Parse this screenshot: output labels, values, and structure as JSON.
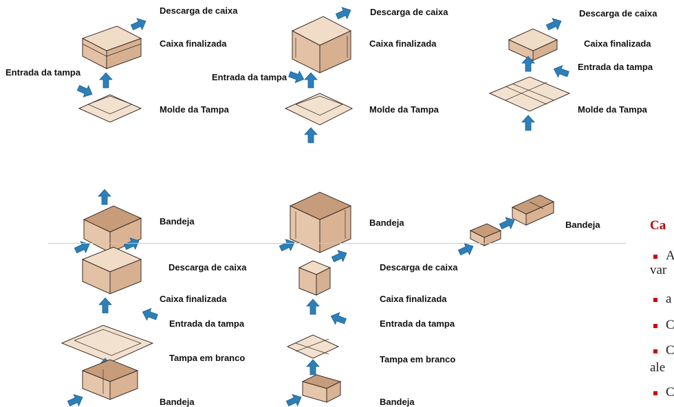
{
  "colors": {
    "box_fill": "#e9cdb5",
    "box_side": "#d9b394",
    "box_dark": "#b88d6c",
    "edge": "#3b2e27",
    "arrow": "#2d7fb8",
    "accent_red": "#c00000"
  },
  "labels": {
    "row1": {
      "col1": {
        "descarga": "Descarga de caixa",
        "finalizada": "Caixa finalizada",
        "entrada": "Entrada da tampa",
        "molde": "Molde da Tampa",
        "bandeja": "Bandeja"
      },
      "col2": {
        "descarga": "Descarga de caixa",
        "finalizada": "Caixa finalizada",
        "entrada": "Entrada da tampa",
        "molde": "Molde da Tampa",
        "bandeja": "Bandeja"
      },
      "col3": {
        "descarga": "Descarga de caixa",
        "finalizada": "Caixa finalizada",
        "entrada": "Entrada da tampa",
        "molde": "Molde da Tampa",
        "bandeja": "Bandeja"
      }
    },
    "row2": {
      "col1": {
        "descarga": "Descarga de caixa",
        "finalizada": "Caixa finalizada",
        "entrada": "Entrada da tampa",
        "tampa": "Tampa em branco",
        "bandeja": "Bandeja"
      },
      "col2": {
        "descarga": "Descarga de caixa",
        "finalizada": "Caixa finalizada",
        "entrada": "Entrada da tampa",
        "tampa": "Tampa em branco",
        "bandeja": "Bandeja"
      }
    }
  },
  "side_text": {
    "title": "Ca",
    "line1": "A",
    "line2": "var",
    "line3": "a",
    "line4": "C",
    "line5": "C",
    "line6": "ale",
    "line7": "C"
  }
}
